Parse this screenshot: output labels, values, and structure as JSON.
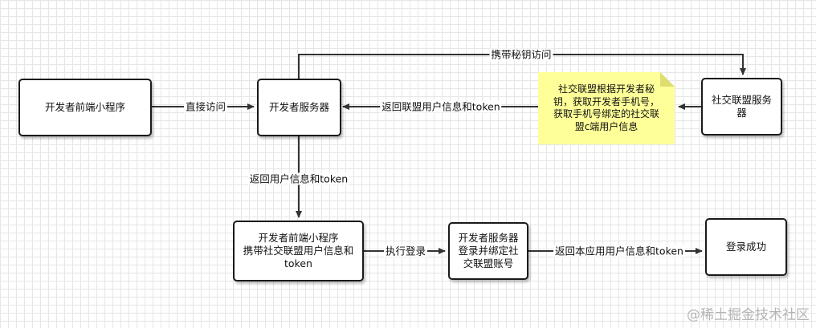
{
  "nodes": {
    "miniprogram": "开发者前端小程序",
    "dev_server": "开发者服务器",
    "social_server": "社交联盟服务\n器",
    "miniprogram_token": "开发者前端小程序\n携带社交联盟用户信息和\ntoken",
    "dev_server_bind": "开发者服务器\n登录并绑定社\n交联盟账号",
    "login_success": "登录成功"
  },
  "note": {
    "text": "社交联盟根据开发者秘\n钥，获取开发者手机号，\n获取手机号绑定的社交联\n盟c端用户信息",
    "color": "#ffff99"
  },
  "edges": {
    "direct_access": "直接访问",
    "carry_secret": "携带秘钥访问",
    "return_union_info": "返回联盟用户信息和token",
    "return_user_info": "返回用户信息和token",
    "execute_login": "执行登录",
    "return_app_info": "返回本应用用户信息和token"
  },
  "watermark": "@稀土掘金技术社区",
  "colors": {
    "line": "#333333",
    "box_border": "#1a1a1a",
    "grid": "#e6e6e6"
  }
}
